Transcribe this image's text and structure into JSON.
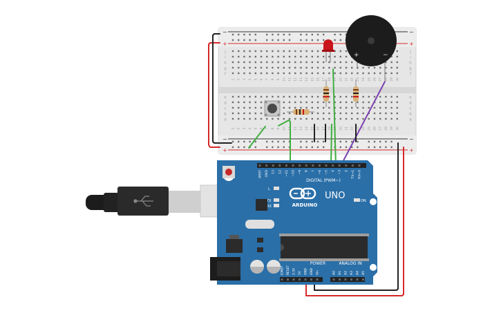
{
  "board": {
    "brand": "UNO",
    "logo_text": "ARDUINO",
    "digital_label": "DIGITAL (PWM~)",
    "digital_pins": [
      "AREF",
      "GND",
      "13",
      "12",
      "~11",
      "~10",
      "~9",
      "8",
      "7",
      "~6",
      "~5",
      "4",
      "~3",
      "2",
      "TX→1",
      "RX←0"
    ],
    "power_label": "POWER",
    "power_pins": [
      "IOREF",
      "RESET",
      "3.3V",
      "5V",
      "GND",
      "GND",
      "Vin"
    ],
    "analog_label": "ANALOG IN",
    "analog_pins": [
      "A0",
      "A1",
      "A2",
      "A3",
      "A4",
      "A5"
    ],
    "led_l": "L",
    "led_tx": "TX",
    "led_rx": "RX",
    "led_on": "ON"
  },
  "breadboard": {
    "rail_plus": "+",
    "rail_minus": "−",
    "row_letters_top": [
      "j",
      "i",
      "h",
      "g",
      "f"
    ],
    "row_letters_bottom": [
      "e",
      "d",
      "c",
      "b",
      "a"
    ],
    "column_numbers": [
      "1",
      "2",
      "3",
      "4",
      "5",
      "6",
      "7",
      "8",
      "9",
      "10",
      "11",
      "12",
      "13",
      "14",
      "15",
      "16",
      "17",
      "18",
      "19",
      "20",
      "21",
      "22",
      "23",
      "24",
      "25",
      "26",
      "27",
      "28",
      "29",
      "30"
    ]
  },
  "buzzer": {
    "plus": "+",
    "minus": "−"
  },
  "colors": {
    "board": "#2a6fa8",
    "breadboard": "#e6e6e6",
    "wire_red": "#d62828",
    "wire_black": "#222222",
    "wire_green": "#3fae3f",
    "wire_purple": "#7b3fb0"
  }
}
